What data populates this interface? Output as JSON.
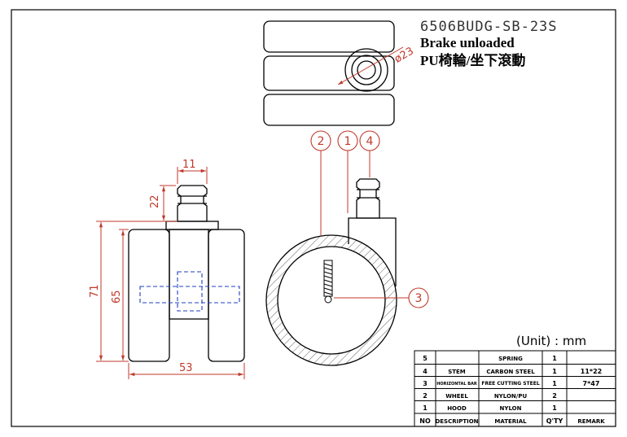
{
  "drawing": {
    "part_number": "6506BUDG-SB-23S",
    "brake_note": "Brake unloaded",
    "product_note": "PU椅輪/坐下滾動",
    "unit_label": "(Unit) : mm"
  },
  "dimensions": {
    "top_diameter": "ø23",
    "stem_width": "11",
    "stem_height": "22",
    "total_height": "71",
    "wheel_height": "65",
    "overall_width": "53"
  },
  "balloons": [
    {
      "id": "balloon-2",
      "number": "2"
    },
    {
      "id": "balloon-1",
      "number": "1"
    },
    {
      "id": "balloon-4",
      "number": "4"
    },
    {
      "id": "balloon-3",
      "number": "3"
    }
  ],
  "bom": {
    "headers": [
      "NO",
      "DESCRIPTION",
      "MATERIAL",
      "Q'TY",
      "REMARK"
    ],
    "rows": [
      [
        "5",
        "",
        "SPRING",
        "1",
        ""
      ],
      [
        "4",
        "STEM",
        "CARBON STEEL",
        "1",
        "11*22"
      ],
      [
        "3",
        "HORIZONTAL BAR",
        "FREE CUTTING STEEL",
        "1",
        "7*47"
      ],
      [
        "2",
        "WHEEL",
        "NYLON/PU",
        "2",
        ""
      ],
      [
        "1",
        "HOOD",
        "NYLON",
        "1",
        ""
      ]
    ]
  },
  "colors": {
    "line": "#000000",
    "dimension": "#c0392b",
    "hidden": "#1f3fbf"
  }
}
